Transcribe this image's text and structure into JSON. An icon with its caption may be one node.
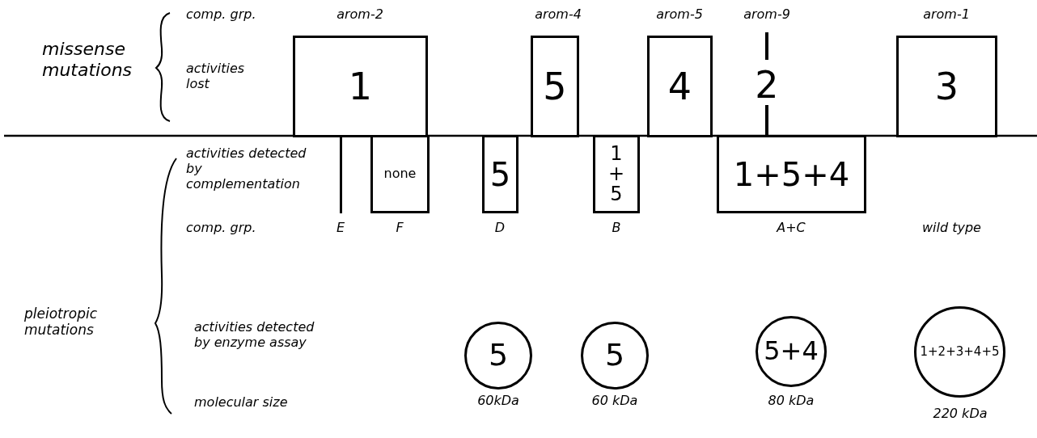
{
  "diagram": {
    "nodes": [
      {
        "text": [
          "1"
        ],
        "beside": [
          "arom-2"
        ]
      },
      {
        "text": [
          "5"
        ],
        "beside": [
          "arom-4"
        ]
      },
      {
        "text": [
          "4"
        ],
        "beside": [
          "arom-5"
        ]
      },
      {
        "text": [
          "2"
        ],
        "beside": [
          "arom-9"
        ]
      },
      {
        "text": [
          "3"
        ],
        "beside": [
          "arom-1"
        ]
      },
      {
        "text": [],
        "shape": "bar",
        "beside": [
          "E"
        ]
      },
      {
        "text": [
          "none"
        ],
        "beside": [
          "F"
        ]
      },
      {
        "text": [
          "5"
        ],
        "beside": [
          "D"
        ]
      },
      {
        "text": [
          "1 + 5"
        ],
        "beside": [
          "B"
        ]
      },
      {
        "text": [
          "1+5+4"
        ],
        "beside": [
          "A+C"
        ]
      },
      {
        "text": [
          "5"
        ],
        "beside": [
          "60kDa"
        ]
      },
      {
        "text": [
          "5"
        ],
        "beside": [
          "60 kDa"
        ]
      },
      {
        "text": [
          "5+4"
        ],
        "beside": [
          "80 kDa"
        ]
      },
      {
        "text": [
          "1+2+3+4+5"
        ],
        "beside": [
          "220 kDa"
        ]
      }
    ],
    "labels": [
      "missense mutations",
      "comp. grp.",
      "activities lost",
      "activities detected by complementation",
      "comp. grp.",
      "pleiotropic mutations",
      "wild type",
      "activities detected by enzyme assay",
      "molecular size"
    ]
  }
}
